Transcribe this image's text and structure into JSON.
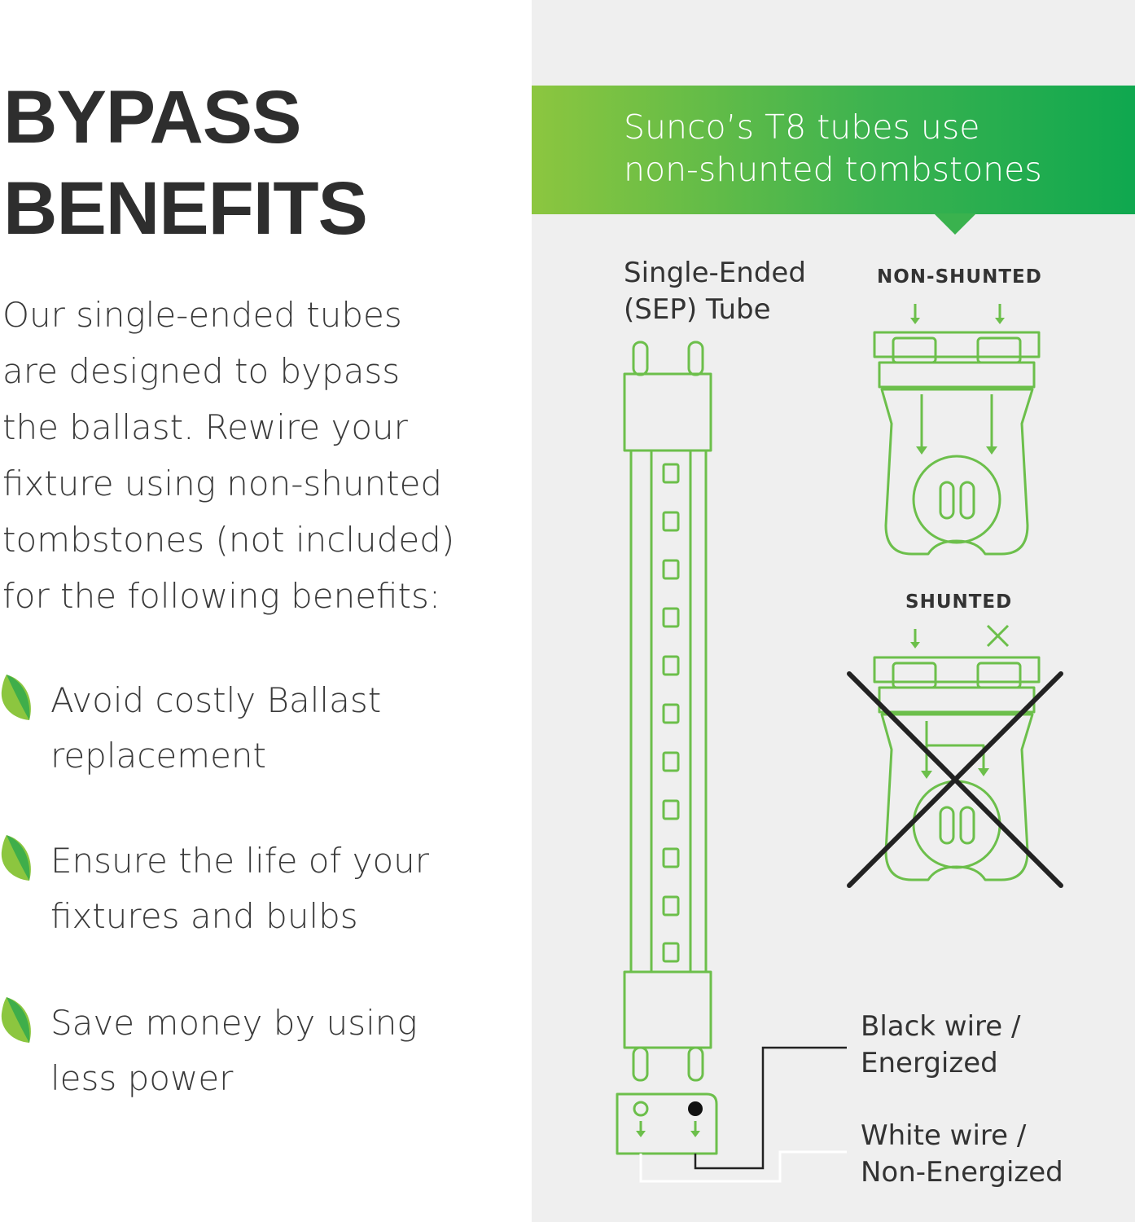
{
  "heading": {
    "line1": "BYPASS",
    "line2": "BENEFITS"
  },
  "intro": {
    "lines": [
      "Our single-ended tubes",
      "are designed to bypass",
      "the ballast. Rewire your",
      "fixture using non-shunted",
      "tombstones (not included)",
      "for the following benefits:"
    ]
  },
  "benefits": [
    {
      "icon": "leaf-icon",
      "line1": "Avoid costly Ballast",
      "line2": "replacement"
    },
    {
      "icon": "leaf-icon",
      "line1": "Ensure the life of your",
      "line2": "fixtures and bulbs"
    },
    {
      "icon": "leaf-icon",
      "line1": "Save money by using",
      "line2": "less power"
    }
  ],
  "banner": {
    "line1": "Sunco’s T8 tubes use",
    "line2": "non-shunted tombstones"
  },
  "tube_label": {
    "line1": "Single-Ended",
    "line2": "(SEP) Tube"
  },
  "tombstones": {
    "non_shunted": "NON-SHUNTED",
    "shunted": "SHUNTED"
  },
  "wires": {
    "black": {
      "line1": "Black wire /",
      "line2": "Energized"
    },
    "white": {
      "line1": "White wire /",
      "line2": "Non-Energized"
    }
  },
  "colors": {
    "green": "#6cbf4b",
    "banner_start": "#8cc63f",
    "banner_end": "#0fa84f",
    "text": "#2f2f2f",
    "panel": "#efefef"
  }
}
